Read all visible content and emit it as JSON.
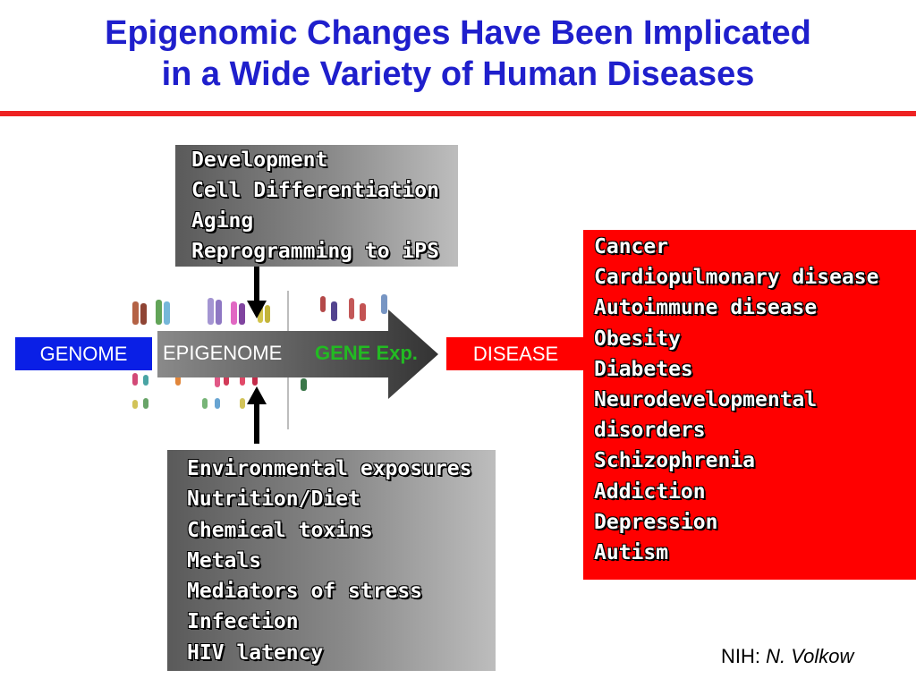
{
  "title": {
    "line1": "Epigenomic Changes Have Been Implicated",
    "line2": "in a Wide Variety of Human Diseases"
  },
  "top_box": {
    "items": [
      "Development",
      "Cell Differentiation",
      "Aging",
      "Reprogramming to iPS"
    ]
  },
  "flow": {
    "genome": "GENOME",
    "epigenome": "EPIGENOME",
    "gene_exp": "GENE Exp.",
    "disease": "DISEASE"
  },
  "bottom_box": {
    "items": [
      "Environmental exposures",
      "Nutrition/Diet",
      "Chemical toxins",
      "Metals",
      "Mediators of stress",
      "Infection",
      "HIV latency"
    ]
  },
  "disease_box": {
    "items": [
      "Cancer",
      "Cardiopulmonary disease",
      "Autoimmune disease",
      "Obesity",
      "Diabetes",
      "Neurodevelopmental",
      "disorders",
      "Schizophrenia",
      "Addiction",
      "Depression",
      "Autism"
    ]
  },
  "credit": {
    "prefix": "NIH:",
    "author": "N. Volkow"
  },
  "colors": {
    "title": "#1f1fcc",
    "rule": "#ee2222",
    "genome": "#0a1fe6",
    "disease": "#ff0000",
    "gene_exp": "#22bb22"
  }
}
